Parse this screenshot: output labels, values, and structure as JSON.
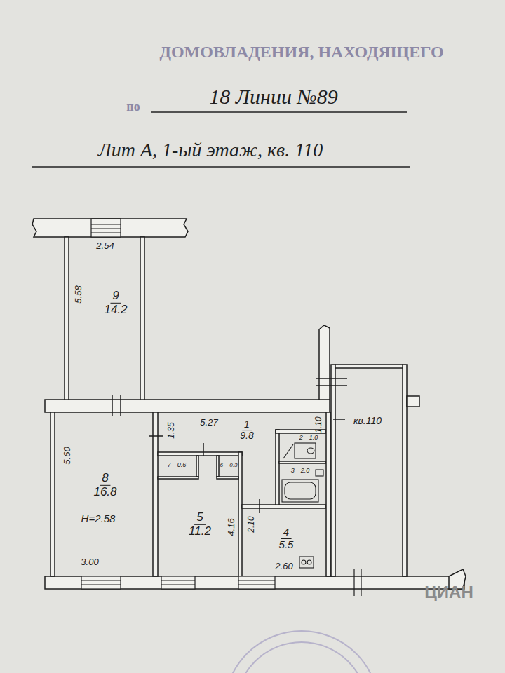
{
  "diagram": {
    "nodes": [
      {
        "text": [
          "9",
          "14.2"
        ]
      },
      {
        "text": [
          "1",
          "9.8"
        ]
      },
      {
        "text": [
          "2",
          "1.0"
        ]
      },
      {
        "text": [
          "7",
          "0.6"
        ]
      },
      {
        "text": [
          "6",
          "0.3"
        ]
      },
      {
        "text": [
          "3",
          "2.0"
        ]
      },
      {
        "text": [
          "8",
          "16.8"
        ]
      },
      {
        "text": [
          "5",
          "11.2"
        ]
      },
      {
        "text": [
          "4",
          "5.5"
        ]
      }
    ],
    "labels": [
      "ДОМОВЛАДЕНИЯ, НАХОДЯЩЕГО",
      "по",
      "18 Линии №89",
      "Лит А, 1-ый этаж, кв. 110",
      "2.54",
      "5.58",
      "5.60",
      "H=2.58",
      "3.00",
      "5.27",
      "1.35",
      "1.10",
      "кв.110",
      "4.16",
      "2.10",
      "2.60",
      "ЦИАН"
    ]
  }
}
